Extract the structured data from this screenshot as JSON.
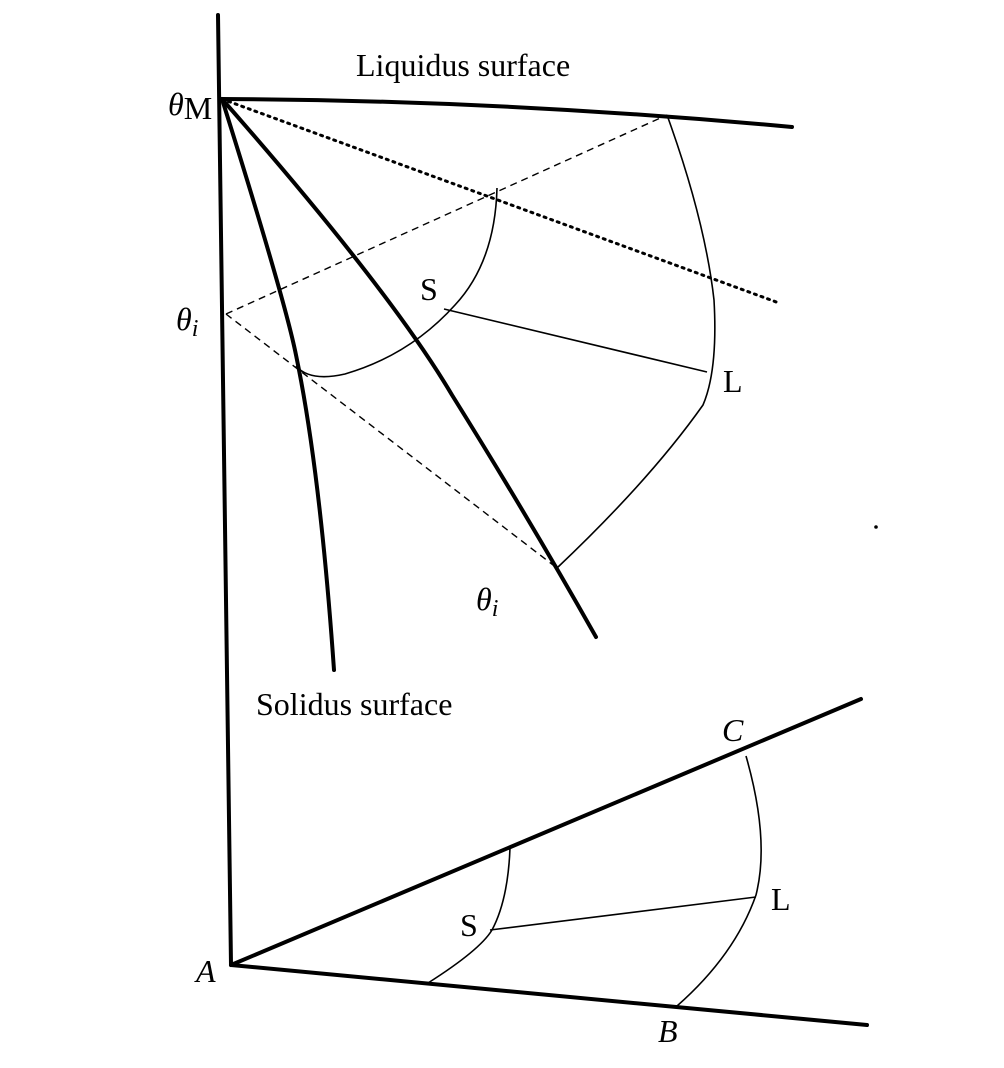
{
  "labels": {
    "liquidus": "Liquidus surface",
    "solidus": "Solidus surface",
    "theta_symbol": "θ",
    "theta_m_subscript": "M",
    "theta_i_subscript": "i",
    "point_s": "S",
    "point_l": "L",
    "vertex_a": "A",
    "vertex_b": "B",
    "vertex_c": "C"
  },
  "style": {
    "line_color": "#000000",
    "background": "#ffffff"
  }
}
